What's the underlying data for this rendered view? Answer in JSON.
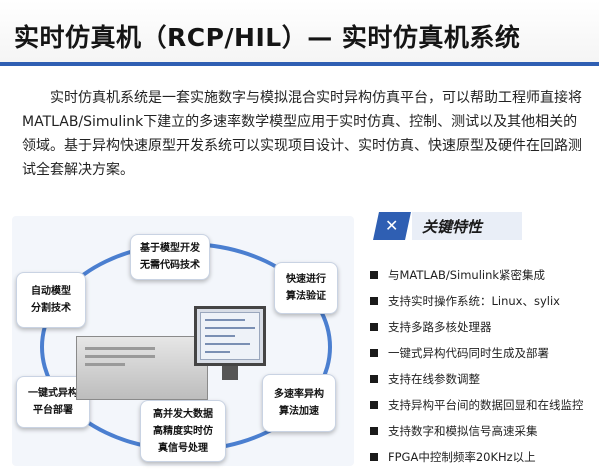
{
  "header": {
    "title": "实时仿真机（RCP/HIL）— 实时仿真机系统"
  },
  "intro": {
    "text": "实时仿真机系统是一套实施数字与模拟混合实时异构仿真平台，可以帮助工程师直接将MATLAB/Simulink下建立的多速率数学模型应用于实时仿真、控制、测试以及其他相关的领域。基于异构快速原型开发系统可以实现项目设计、实时仿真、快速原型及硬件在回路测试全套解决方案。"
  },
  "diagram": {
    "nodes": {
      "model_dev": [
        "基于模型开发",
        "无需代码技术"
      ],
      "auto_split": [
        "自动模型",
        "分割技术"
      ],
      "fast_verify": [
        "快速进行",
        "算法验证"
      ],
      "one_click": [
        "一键式异构",
        "平台部署"
      ],
      "multi_rate": [
        "多速率异构",
        "算法加速"
      ],
      "concurrency": [
        "高并发大数据",
        "高精度实时仿",
        "真信号处理"
      ]
    }
  },
  "features": {
    "title": "关键特性",
    "icon": "tools-icon",
    "items": [
      "与MATLAB/Simulink紧密集成",
      "支持实时操作系统：Linux、sylix",
      "支持多路多核处理器",
      "一键式异构代码同时生成及部署",
      "支持在线参数调整",
      "支持异构平台间的数据回显和在线监控",
      "支持数字和模拟信号高速采集",
      "FPGA中控制频率20KHz以上"
    ]
  },
  "colors": {
    "accent": "#2f5fb3",
    "ring": "#4b7fd0"
  }
}
